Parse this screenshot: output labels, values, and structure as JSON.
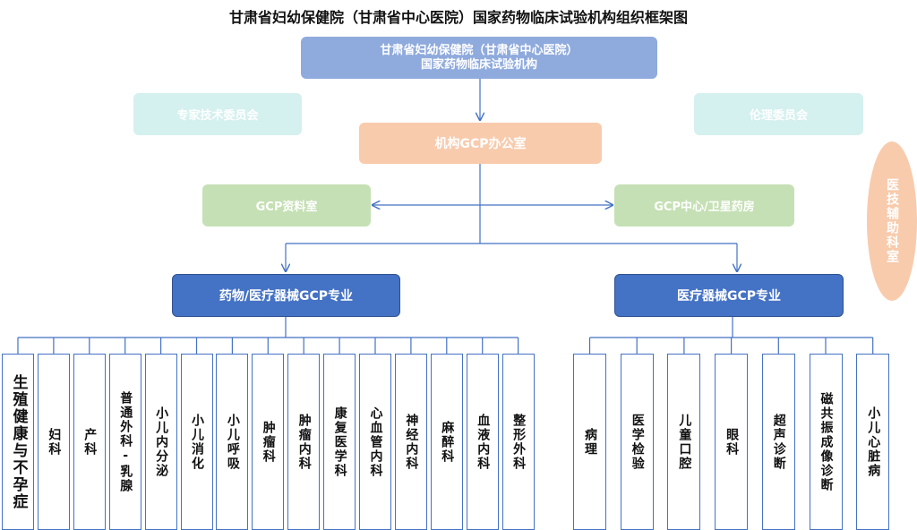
{
  "title": "甘肃省妇幼保健院（甘肃省中心医院）国家药物临床试验机构组织框架图",
  "top_box": {
    "line1": "甘肃省妇幼保健院（甘肃省中心医院）",
    "line2": "国家药物临床试验机构"
  },
  "expert_committee": "专家技术委员会",
  "ethics_committee": "伦理委员会",
  "gcp_office": "机构GCP办公室",
  "gcp_archive": "GCP资料室",
  "gcp_pharmacy": "GCP中心/卫星药房",
  "medtech_dept": "医技辅助科室",
  "drug_specialty": "药物/医疗器械GCP专业",
  "device_specialty": "医疗器械GCP专业",
  "drug_departments": [
    "生殖健康与不孕症",
    "妇科",
    "产科",
    "普通外科-乳腺",
    "小儿内分泌",
    "小儿消化",
    "小儿呼吸",
    "肿瘤科",
    "肿瘤内科",
    "康复医学科",
    "心血管内科",
    "神经内科",
    "麻醉科",
    "血液内科",
    "整形外科"
  ],
  "device_departments": [
    "病理",
    "医学检验",
    "儿童口腔",
    "眼科",
    "超声诊断",
    "磁共振成像诊断",
    "小儿心脏病"
  ],
  "colors": {
    "top": "#8faadc",
    "light": "#d4f0ef",
    "office": "#f8cbad",
    "green": "#c5e0b4",
    "blue": "#4472c4"
  }
}
